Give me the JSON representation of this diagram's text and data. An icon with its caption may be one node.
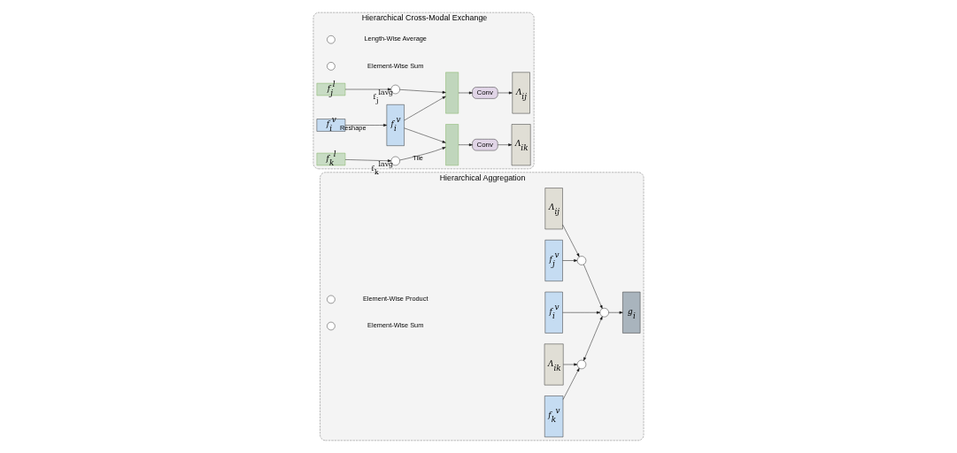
{
  "diagram": {
    "nodes": [
      {
        "text": [
          "Hierarchical Cross-Modal Exchange"
        ]
      },
      {
        "text": [
          "f$_{i}$$^{v}$"
        ],
        "in": 0
      },
      {
        "text": [
          "f$_{i}$$^{v}$"
        ],
        "in": 0
      },
      {
        "text": [],
        "shape": "box",
        "in": 0
      },
      {
        "text": [],
        "shape": "circle",
        "in": 0,
        "beside": [
          "f$_{j}$$^{lavg}$"
        ]
      },
      {
        "text": [
          "f$_{j}$$^{l}$"
        ],
        "in": 0
      },
      {
        "text": [
          "Conv"
        ],
        "in": 0
      },
      {
        "text": [
          "Λ$_{ij}$"
        ],
        "in": 0
      },
      {
        "text": [
          "Conv"
        ],
        "in": 0
      },
      {
        "text": [
          "Λ$_{ik}$"
        ],
        "in": 0
      },
      {
        "text": [],
        "shape": "box",
        "in": 0
      },
      {
        "text": [],
        "shape": "circle",
        "in": 0,
        "beside": [
          "f$_{k}$$^{lavg}$"
        ]
      },
      {
        "text": [
          "f$_{k}$$^{l}$"
        ],
        "in": 0
      },
      {
        "text": [
          "Hierarchical Aggregation"
        ]
      },
      {
        "text": [
          "Λ$_{ij}$"
        ],
        "in": 13
      },
      {
        "text": [],
        "shape": "circle",
        "in": 13
      },
      {
        "text": [
          "f$_{j}$$^{v}$"
        ],
        "in": 13
      },
      {
        "text": [
          "f$_{i}$$^{v}$"
        ],
        "in": 13
      },
      {
        "text": [],
        "shape": "circle",
        "in": 13
      },
      {
        "text": [
          "g$_{i}$"
        ],
        "in": 13
      },
      {
        "text": [
          "Λ$_{ik}$"
        ],
        "in": 13
      },
      {
        "text": [],
        "shape": "circle",
        "in": 13
      },
      {
        "text": [
          "f$_{k}$$^{v}$"
        ],
        "in": 13
      }
    ],
    "edges": [
      {
        "from": 1,
        "to": 2,
        "arrow": "to",
        "label": "Reshape"
      },
      {
        "from": 5,
        "to": 4,
        "arrow": "to"
      },
      {
        "from": 4,
        "to": 3,
        "arrow": "to"
      },
      {
        "from": 2,
        "to": 3,
        "arrow": "to"
      },
      {
        "from": 3,
        "to": 6,
        "arrow": "to"
      },
      {
        "from": 6,
        "to": 7,
        "arrow": "to"
      },
      {
        "from": 10,
        "to": 8,
        "arrow": "to"
      },
      {
        "from": 8,
        "to": 9,
        "arrow": "to"
      },
      {
        "from": 2,
        "to": 10,
        "arrow": "to"
      },
      {
        "from": 12,
        "to": 11,
        "arrow": "to"
      },
      {
        "from": 11,
        "to": 10,
        "arrow": "to",
        "label": "Tile"
      },
      {
        "from": 14,
        "to": 15,
        "arrow": "to"
      },
      {
        "from": 16,
        "to": 15,
        "arrow": "to"
      },
      {
        "from": 15,
        "to": 18,
        "arrow": "to"
      },
      {
        "from": 17,
        "to": 18,
        "arrow": "to"
      },
      {
        "from": 18,
        "to": 19,
        "arrow": "to"
      },
      {
        "from": 21,
        "to": 18,
        "arrow": "both"
      },
      {
        "from": 20,
        "to": 21,
        "arrow": "to"
      },
      {
        "from": 22,
        "to": 21,
        "arrow": "to"
      }
    ],
    "legend": [
      {
        "text": "Length-Wise Average"
      },
      {
        "text": "Element-Wise Sum"
      },
      {
        "text": "Element-Wise Product"
      },
      {
        "text": "Element-Wise Sum"
      }
    ]
  }
}
